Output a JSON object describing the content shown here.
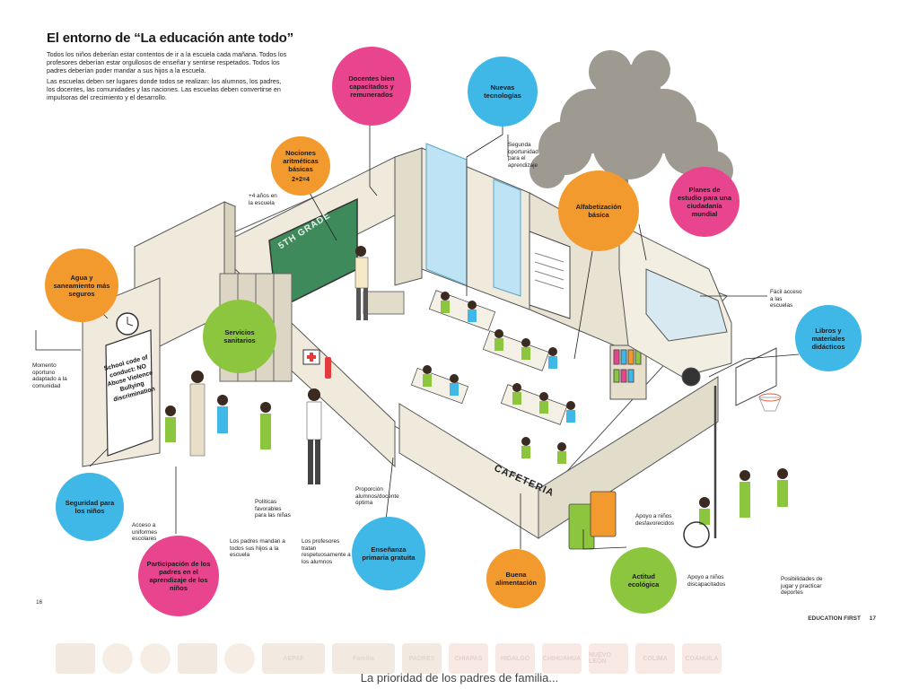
{
  "header": {
    "title": "El entorno de “La educación ante todo”",
    "intro_1": "Todos los niños deberían estar contentos de ir a la escuela cada mañana. Todos los profesores deberían estar orgullosos de enseñar y sentirse respetados. Todos los padres deberían poder mandar a sus hijos a la escuela.",
    "intro_2": "Las escuelas deben ser lugares donde todos se realizan: los alumnos, los padres, los docentes, las comunidades y las naciones. Las escuelas deben convertirse en impulsoras del crecimiento y el desarrollo."
  },
  "colors": {
    "pink": "#e8458e",
    "blue": "#3fb8e8",
    "orange": "#f39a2e",
    "green": "#8cc63f",
    "tree": "#9e9a91",
    "wall": "#efeadc",
    "board": "#3f8a5a",
    "floor": "#ffffff"
  },
  "bubbles": {
    "docentes": "Docentes bien capacitados y remunerados",
    "tecnologias": "Nuevas tecnologías",
    "nociones": "Nociones aritméticas básicas",
    "nociones_sub": "2+2=4",
    "alfabetizacion": "Alfabetización básica",
    "planes": "Planes de estudio para una ciudadanía mundial",
    "agua": "Agua y saneamiento más seguros",
    "servicios": "Servicios sanitarios",
    "libros": "Libros y materiales didácticos",
    "seguridad": "Seguridad para los niños",
    "participacion": "Participación de los padres en el aprendizaje de los niños",
    "ensenanza": "Enseñanza primaria gratuita",
    "alimentacion": "Buena alimentación",
    "ecologica": "Actitud ecológica"
  },
  "labels": {
    "cuatro_anos": "+4 años en la escuela",
    "segunda": "Segunda oportunidad para el aprendizaje",
    "facil": "Fácil acceso a las escuelas",
    "momento": "Momento oportuno adaptado a la comunidad",
    "acceso": "Acceso a uniformes escolares",
    "politicas": "Políticas favorables para las niñas",
    "padres_mandan": "Los padres mandan a todos sus hijos a la escuela",
    "profesores": "Los profesores tratan respetuosamente a los alumnos",
    "proporcion": "Proporción alumnos/docente óptima",
    "apoyo_desfavorecidos": "Apoyo a niños desfavorecidos",
    "apoyo_discapacitados": "Apoyo a niños discapacitados",
    "posibilidades": "Posibilidades de jugar y practicar deportes"
  },
  "scene_text": {
    "board": "5TH GRADE",
    "sign": "School code of conduct: NO Abuse Violence Bullying discrimination",
    "cafeteria": "CAFETERIA"
  },
  "footer": {
    "page_left": "16",
    "brand": "EDUCATION FIRST",
    "page_right": "17",
    "caption": "La prioridad de los padres de familia..."
  },
  "logos": [
    "AEPAF",
    "Familia",
    "PADRES",
    "CHIAPAS",
    "HIDALGO",
    "CHIHUAHUA",
    "NUEVO LEÓN",
    "COLIMA",
    "COAHUILA"
  ]
}
